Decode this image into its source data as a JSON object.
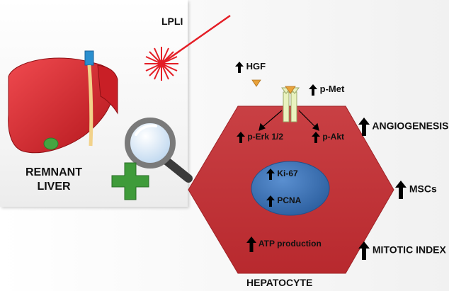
{
  "labels": {
    "lpli": "LPLI",
    "remnant_liver": "REMNANT",
    "remnant_liver_2": "LIVER",
    "hgf": "HGF",
    "p_met": "p-Met",
    "p_erk": "p-Erk 1/2",
    "p_akt": "p-Akt",
    "ki67": "Ki-67",
    "pcna": "PCNA",
    "atp": "ATP production",
    "hepatocyte": "HEPATOCYTE",
    "angiogenesis": "ANGIOGENESIS",
    "mscs": "MSCs",
    "mitotic_index": "MITOTIC INDEX"
  },
  "colors": {
    "hexagon": "#c8383c",
    "nucleus": "#3c74b8",
    "liver": "#e0232b",
    "laser": "#e41e26",
    "cross": "#3f9b3a",
    "receptor": "#e9f2bf"
  },
  "icons": [
    "laser-burst-icon",
    "liver-icon",
    "magnifier-icon",
    "plus-icon",
    "receptor-icon",
    "up-arrow-icon"
  ]
}
